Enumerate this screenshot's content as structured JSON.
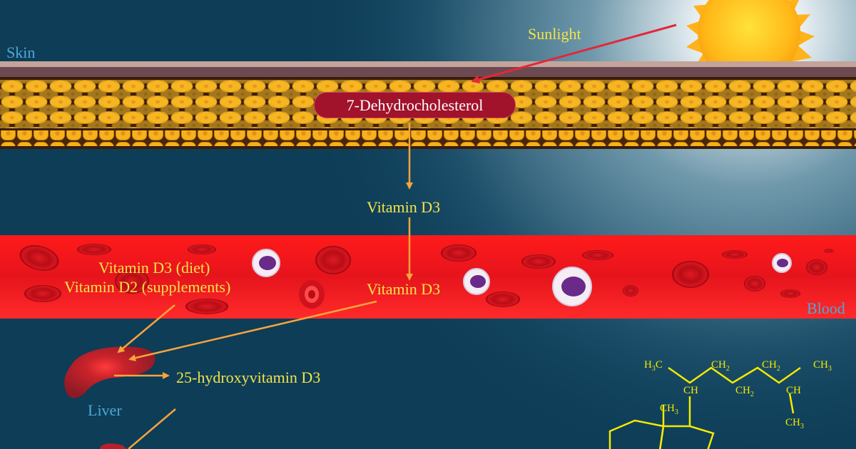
{
  "labels": {
    "skin": "Skin",
    "sunlight": "Sunlight",
    "dehydrocholesterol": "7-Dehydrocholesterol",
    "vitamin_d3_skin": "Vitamin D3",
    "vitamin_d3_blood": "Vitamin D3",
    "diet": "Vitamin D3 (diet)",
    "supplements": "Vitamin D2 (supplements)",
    "blood": "Blood",
    "liver": "Liver",
    "hydroxy": "25-hydroxyvitamin D3"
  },
  "formula": {
    "h3c_top": "H",
    "ch2_a": "CH",
    "ch2_b": "CH",
    "ch3_right": "CH",
    "ch_a": "CH",
    "ch2_c": "CH",
    "ch_b": "CH",
    "ch3_mid": "CH",
    "ch3_bottom": "CH"
  },
  "colors": {
    "background": "#0d3d57",
    "blood_vessel": "#e8101a",
    "skin_cells": "#f5b61c",
    "label_yellow": "#f4e34a",
    "label_blue": "#4ea9d8",
    "arrow_orange": "#f7a43b",
    "arrow_red": "#e2283a",
    "formula": "#f4ea00",
    "pill": "#a1122b"
  }
}
